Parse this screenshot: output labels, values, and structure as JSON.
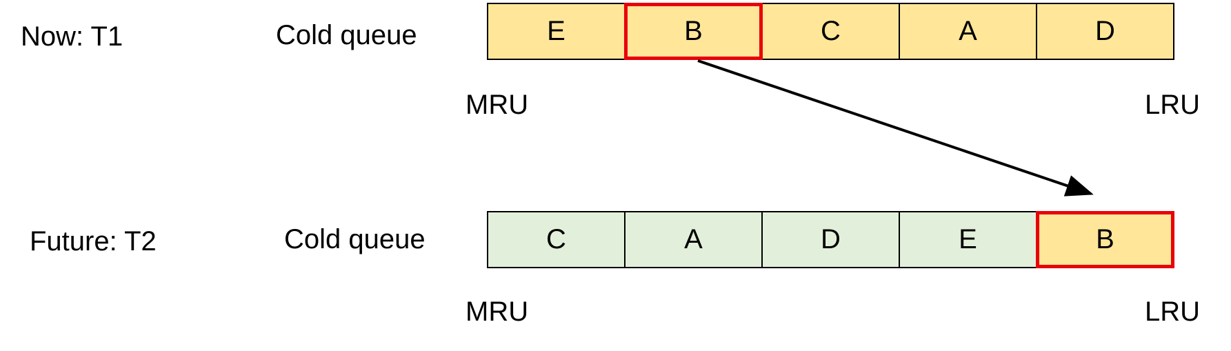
{
  "rows": [
    {
      "time_label": "Now: T1",
      "queue_label": "Cold queue",
      "cells": [
        "E",
        "B",
        "C",
        "A",
        "D"
      ],
      "highlight_index": 1,
      "fill_color": "#ffe699",
      "highlight_fill": "#ffe699",
      "mru_label": "MRU",
      "lru_label": "LRU"
    },
    {
      "time_label": "Future: T2",
      "queue_label": "Cold queue",
      "cells": [
        "C",
        "A",
        "D",
        "E",
        "B"
      ],
      "highlight_index": 4,
      "fill_color": "#e2efda",
      "highlight_fill": "#ffe699",
      "mru_label": "MRU",
      "lru_label": "LRU"
    }
  ],
  "colors": {
    "highlight_border": "#e8000b",
    "arrow": "#000000"
  }
}
